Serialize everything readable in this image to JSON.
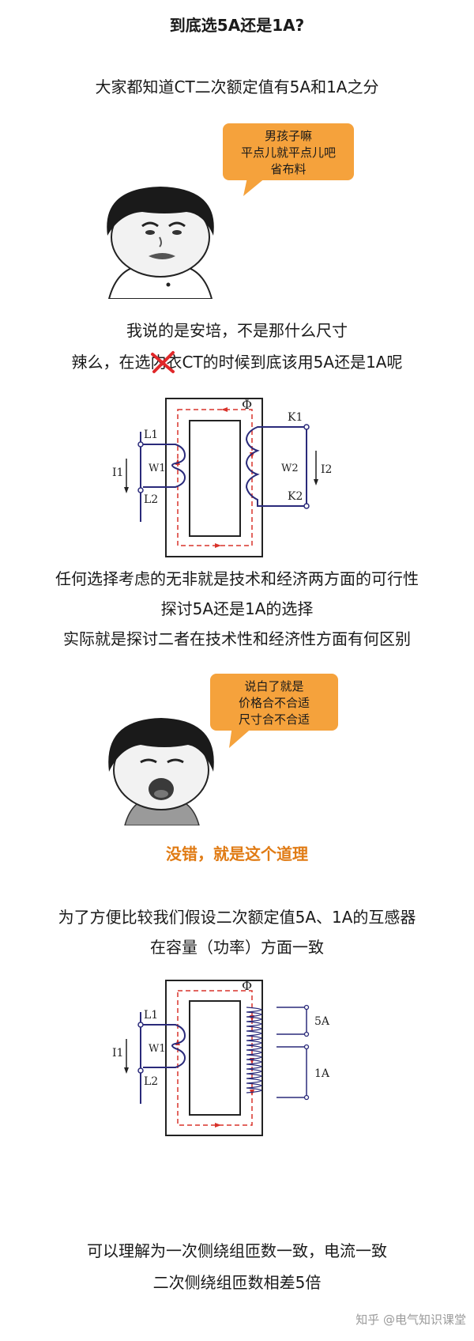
{
  "title": "到底选5A还是1A?",
  "intro": "大家都知道CT二次额定值有5A和1A之分",
  "bubble1": [
    "男孩子嘛",
    "平点儿就平点儿吧",
    "省布料"
  ],
  "para1": {
    "line1": "我说的是安培，不是那什么尺寸",
    "line2_pre": "辣么，在选",
    "line2_struck": "内衣",
    "line2_post": "CT的时候到底该用5A还是1A呢"
  },
  "diagram1": {
    "labels": {
      "L1": "L1",
      "L2": "L2",
      "I1": "I1",
      "W1": "W1",
      "W2": "W2",
      "K1": "K1",
      "K2": "K2",
      "I2": "I2",
      "phi": "Φ"
    }
  },
  "para2": [
    "任何选择考虑的无非就是技术和经济两方面的可行性",
    "探讨5A还是1A的选择",
    "实际就是探讨二者在技术性和经济性方面有何区别"
  ],
  "bubble2": [
    "说白了就是",
    "价格合不合适",
    "尺寸合不合适"
  ],
  "highlight": "没错，就是这个道理",
  "para3": [
    "为了方便比较我们假设二次额定值5A、1A的互感器",
    "在容量（功率）方面一致"
  ],
  "diagram2": {
    "labels": {
      "L1": "L1",
      "L2": "L2",
      "I1": "I1",
      "W1": "W1",
      "phi": "Φ",
      "tap5A": "5A",
      "tap1A": "1A"
    }
  },
  "para4": [
    "可以理解为一次侧绕组匝数一致，电流一致",
    "二次侧绕组匝数相差5倍"
  ],
  "watermark": "知乎 @电气知识课堂",
  "colors": {
    "bubble": "#f5a23c",
    "highlight": "#e07b14",
    "wire": "#2a2a7a",
    "flux": "#d9332b"
  }
}
